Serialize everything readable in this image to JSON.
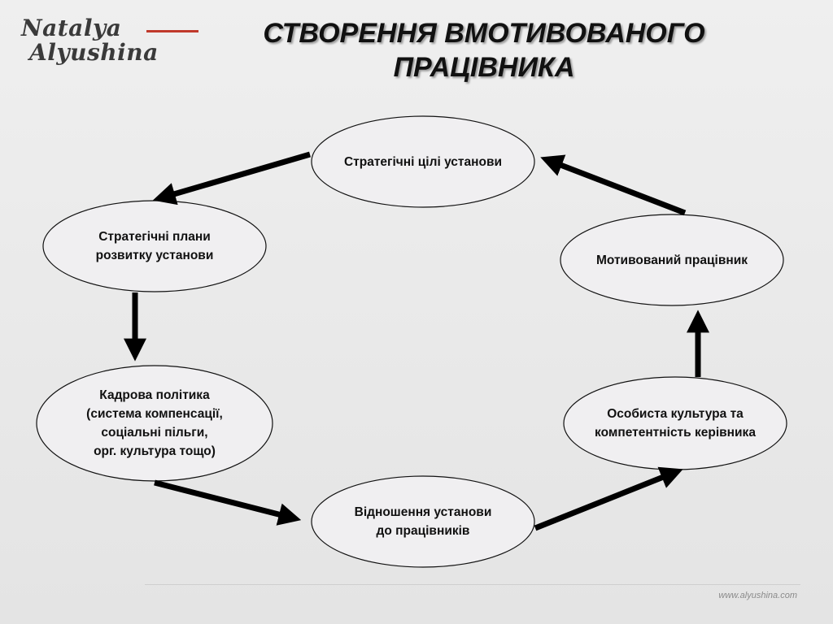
{
  "logo": {
    "line1": "Natalya",
    "line2": "Alyushina"
  },
  "title": {
    "line1": "СТВОРЕННЯ ВМОТИВОВАНОГО",
    "line2": "ПРАЦІВНИКА"
  },
  "nodes": {
    "strategic_goals": "Стратегічні цілі установи",
    "strategic_plans": "Стратегічні плани\nрозвитку установи",
    "personnel_policy": "Кадрова політика\n(система компенсації,\nсоціальні пільги,\nорг. культура тощо)",
    "relations": "Відношення установи\nдо працівників",
    "personal_culture": "Особиста культура та\nкомпетентність керівника",
    "motivated_employee": "Мотивований працівник"
  },
  "colors": {
    "ellipse_fill": "#f0eff1",
    "ellipse_stroke": "#111111",
    "arrow": "#000000",
    "accent_bar": "#c0392b"
  },
  "footer": {
    "url": "www.alyushina.com"
  }
}
